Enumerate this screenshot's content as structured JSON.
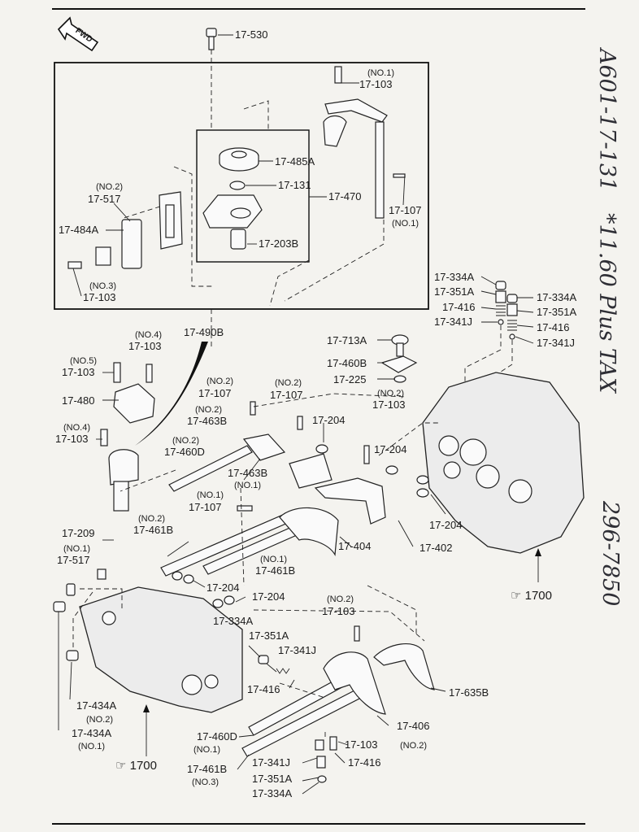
{
  "header": {
    "fwd_label": "FWD"
  },
  "annotations": {
    "handwritten_part_no": "A601-17-131",
    "handwritten_price": "*11.60 Plus TAX",
    "handwritten_phone": "296-7850"
  },
  "refs": {
    "ref_1700_right": "☞ 1700",
    "ref_1700_left": "☞ 1700"
  },
  "callouts": {
    "c17530": "17-530",
    "c17103_no1_top": "(NO.1)",
    "c17103_top": "17-103",
    "c17485a": "17-485A",
    "c17131": "17-131",
    "c17470": "17-470",
    "c17107_top": "17-107",
    "c17107_top_no1": "(NO.1)",
    "c17203b": "17-203B",
    "c17517_no2": "(NO.2)",
    "c17517": "17-517",
    "c17484a": "17-484A",
    "c17103_no3": "(NO.3)",
    "c17103_box": "17-103",
    "c17490b": "17-490B",
    "c17103_no4a": "(NO.4)",
    "c17103_a": "17-103",
    "c17103_no5": "(NO.5)",
    "c17103_b": "17-103",
    "c17480": "17-480",
    "c17103_no4b": "(NO.4)",
    "c17103_c": "17-103",
    "c17209": "17-209",
    "c17517_no1": "(NO.1)",
    "c17517b": "17-517",
    "c17107_no2": "(NO.2)",
    "c17107_a": "17-107",
    "c17463b_no2": "(NO.2)",
    "c17463b_a": "17-463B",
    "c17460d_no2": "(NO.2)",
    "c17460d_a": "17-460D",
    "c17107_no2b": "(NO.2)",
    "c17107_b": "17-107",
    "c17204_a": "17-204",
    "c17103_no2a": "(NO.2)",
    "c17103_d": "17-103",
    "c17204_b": "17-204",
    "c17463b_b": "17-463B",
    "c17463b_no1": "(NO.1)",
    "c17107_no1": "(NO.1)",
    "c17107_c": "17-107",
    "c17461b_no2": "(NO.2)",
    "c17461b_a": "17-461B",
    "c17404": "17-404",
    "c17402": "17-402",
    "c17204_c": "17-204",
    "c17461b_no1": "(NO.1)",
    "c17461b_b": "17-461B",
    "c17204_d": "17-204",
    "c17204_e": "17-204",
    "c17713a": "17-713A",
    "c17460b": "17-460B",
    "c17225": "17-225",
    "c17334a_l": "17-334A",
    "c17351a_l": "17-351A",
    "c17416_l": "17-416",
    "c17341j_l": "17-341J",
    "c17334a_r": "17-334A",
    "c17351a_r": "17-351A",
    "c17416_r": "17-416",
    "c17341j_r": "17-341J",
    "c17334a_m": "17-334A",
    "c17351a_m": "17-351A",
    "c17341j_m": "17-341J",
    "c17416_m": "17-416",
    "c17103_no2b": "(NO.2)",
    "c17103_e": "17-103",
    "c17635b": "17-635B",
    "c17406": "17-406",
    "c17103_f": "17-103",
    "c17103_f_no2": "(NO.2)",
    "c17460d_b": "17-460D",
    "c17460d_no1": "(NO.1)",
    "c17461b_c": "17-461B",
    "c17461b_no3": "(NO.3)",
    "c17341j_b": "17-341J",
    "c17416_b": "17-416",
    "c17351a_b": "17-351A",
    "c17334a_b": "17-334A",
    "c17434a_no2": "(NO.2)",
    "c17434a_a": "17-434A",
    "c17434a_b": "17-434A",
    "c17434a_no1": "(NO.1)"
  }
}
